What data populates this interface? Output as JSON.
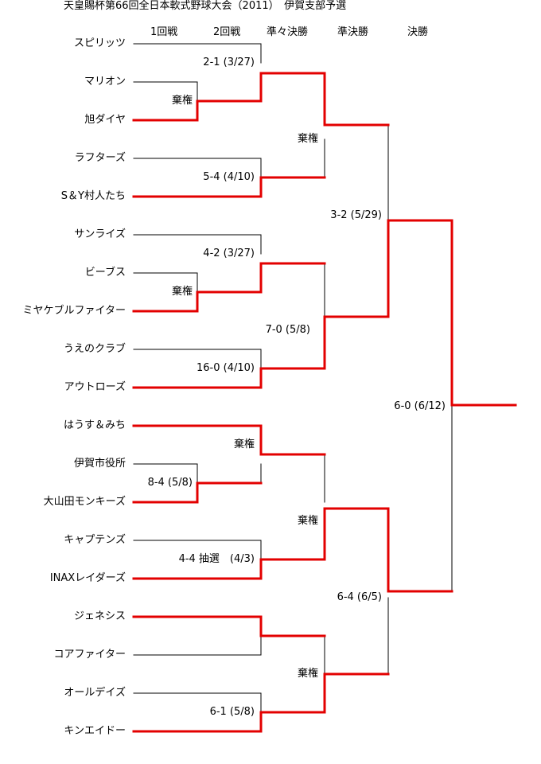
{
  "title": "天皇賜杯第66回全日本軟式野球大会（2011）　伊賀支部予選",
  "rounds": [
    "1回戦",
    "2回戦",
    "準々決勝",
    "準決勝",
    "決勝"
  ],
  "colors": {
    "winner_line": "#e30000",
    "loser_line": "#000000",
    "background": "#ffffff"
  },
  "teams": [
    "スピリッツ",
    "マリオン",
    "旭ダイヤ",
    "ラフターズ",
    "S＆Y村人たち",
    "サンライズ",
    "ビーブス",
    "ミヤケブルファイター",
    "うえのクラブ",
    "アウトローズ",
    "はうす＆みち",
    "伊賀市役所",
    "大山田モンキーズ",
    "キャプテンズ",
    "INAXレイダーズ",
    "ジェネシス",
    "コアファイター",
    "オールデイズ",
    "キンエイドー"
  ],
  "results": {
    "r1_a": "棄権",
    "r1_b": "棄権",
    "r1_c": "8-4 (5/8)",
    "r2_a": "2-1 (3/27)",
    "r2_b": "5-4 (4/10)",
    "r2_c": "4-2 (3/27)",
    "r2_d": "16-0 (4/10)",
    "r2_e": "棄権",
    "r2_f": "4-4 抽選　(4/3)",
    "r2_h": "6-1 (5/8)",
    "qf_a": "棄権",
    "qf_b": "7-0 (5/8)",
    "qf_c": "棄権",
    "qf_d": "棄権",
    "sf_a": "3-2 (5/29)",
    "sf_b": "6-4 (6/5)",
    "final": "6-0 (6/12)"
  }
}
